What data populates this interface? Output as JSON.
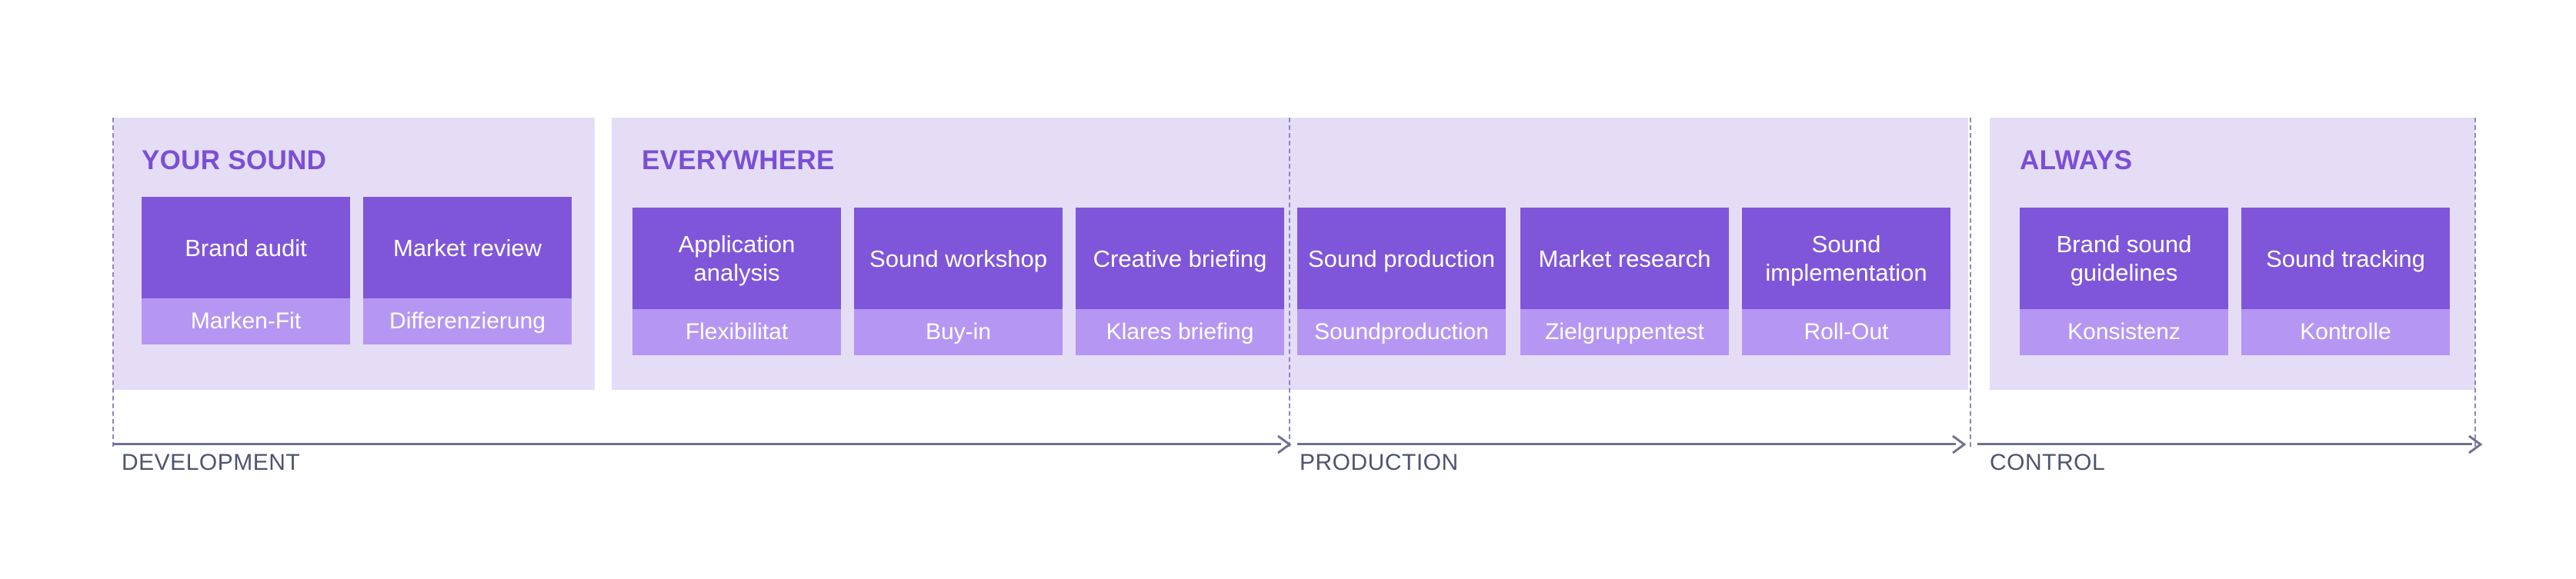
{
  "sections": {
    "your_sound": {
      "title": "YOUR SOUND",
      "cards": [
        {
          "main": "Brand audit",
          "sub": "Marken-Fit"
        },
        {
          "main": "Market review",
          "sub": "Differenzierung"
        }
      ]
    },
    "everywhere": {
      "title": "EVERYWHERE",
      "cards": [
        {
          "main": "Application analysis",
          "sub": "Flexibilitat"
        },
        {
          "main": "Sound workshop",
          "sub": "Buy-in"
        },
        {
          "main": "Creative briefing",
          "sub": "Klares briefing"
        },
        {
          "main": "Sound production",
          "sub": "Soundproduction"
        },
        {
          "main": "Market research",
          "sub": "Zielgruppentest"
        },
        {
          "main": "Sound implementation",
          "sub": "Roll-Out"
        }
      ]
    },
    "always": {
      "title": "ALWAYS",
      "cards": [
        {
          "main": "Brand sound guidelines",
          "sub": "Konsistenz"
        },
        {
          "main": "Sound tracking",
          "sub": "Kontrolle"
        }
      ]
    }
  },
  "phases": [
    {
      "label": "DEVELOPMENT"
    },
    {
      "label": "PRODUCTION"
    },
    {
      "label": "CONTROL"
    }
  ],
  "colors": {
    "panel_bg": "#e5ddf6",
    "card_main": "#7f56da",
    "card_sub": "#b696f3",
    "title": "#7a4fd6",
    "axis": "#6e7190"
  }
}
